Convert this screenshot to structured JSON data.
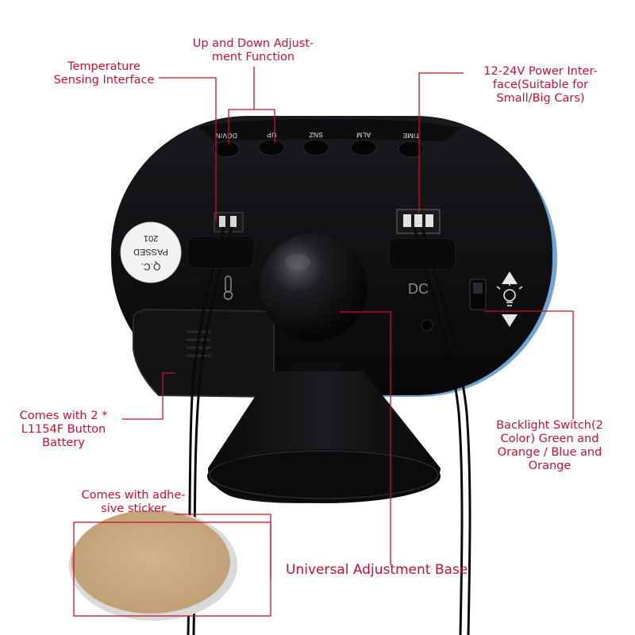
{
  "callouts": {
    "up_down": "Up and Down Adjust-\nment Function",
    "temperature": "Temperature\nSensing Interface",
    "power": "12-24V Power Inter-\nface(Suitable for\nSmall/Big Cars)",
    "battery": "Comes with 2 *\nL1154F Button\nBattery",
    "backlight": "Backlight Switch(2\nColor) Green and\nOrange / Blue and\nOrange",
    "sticker": "Comes with adhe-\nsive sticker",
    "base": "Universal Adjustment Base"
  },
  "device": {
    "buttons": [
      "DCV/N",
      "UP",
      "SNZ",
      "ALM",
      "TIME"
    ],
    "dc_label": "DC",
    "qc_sticker": [
      "Q.C.",
      "PASSED",
      "201"
    ]
  },
  "colors": {
    "callout_red": "#c8102e",
    "body_black": "#0c0c0e",
    "rim_blue": "#6fa6d6",
    "sticker_tan": "#c9ad84"
  }
}
